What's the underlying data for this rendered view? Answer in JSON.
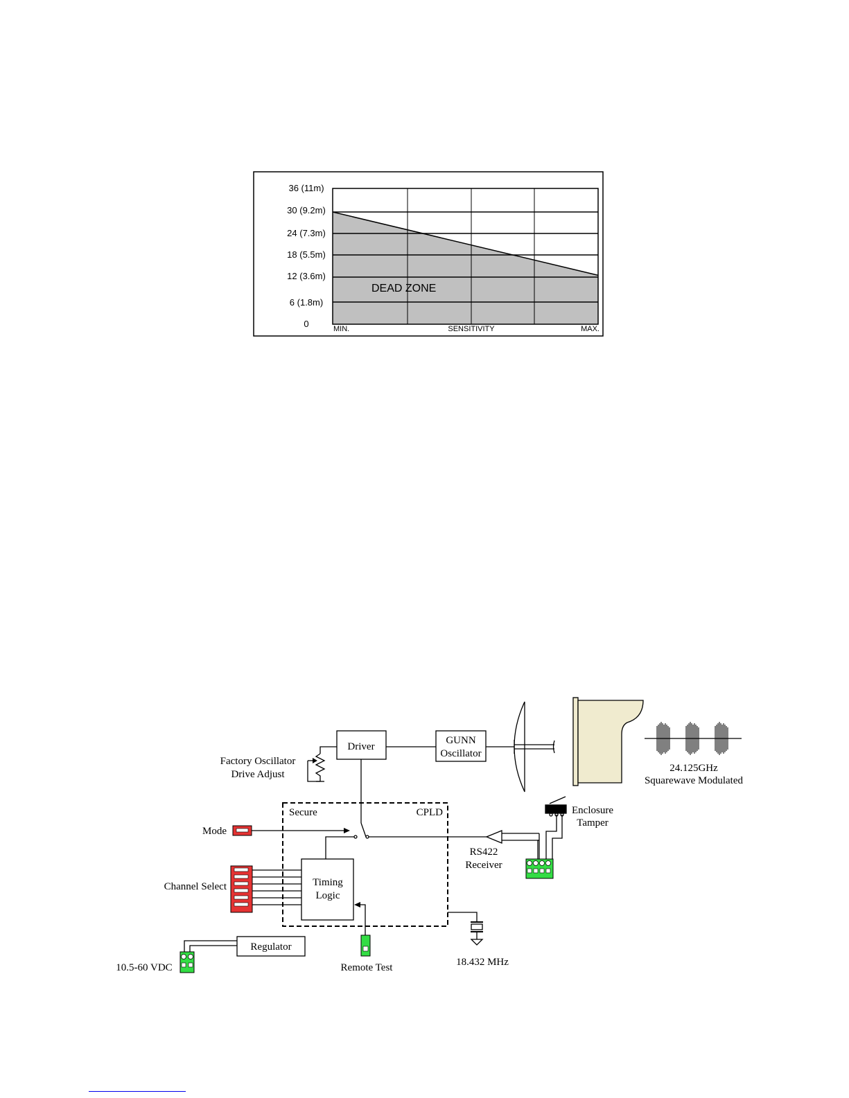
{
  "chart_data": {
    "type": "area",
    "y_tick_labels": [
      "36 (11m)",
      "30 (9.2m)",
      "24 (7.3m)",
      "18 (5.5m)",
      "12 (3.6m)",
      "6 (1.8m)",
      "0"
    ],
    "x_tick_labels": {
      "left": "MIN.",
      "center": "SENSITIVITY",
      "right": "MAX."
    },
    "ylim": [
      0,
      36
    ],
    "series": [
      {
        "x": [
          0,
          1
        ],
        "values": [
          30,
          12.5
        ]
      }
    ],
    "annotation": "DEAD ZONE",
    "grid": true
  },
  "diagram": {
    "labels": {
      "driver": "Driver",
      "gunn_line1": "GUNN",
      "gunn_line2": "Oscillator",
      "factory_line1": "Factory Oscillator",
      "factory_line2": "Drive Adjust",
      "freq_line1": "24.125GHz",
      "freq_line2": "Squarewave Modulated",
      "enclosure_line1": "Enclosure",
      "enclosure_line2": "Tamper",
      "secure": "Secure",
      "cpld": "CPLD",
      "mode": "Mode",
      "rs422_line1": "RS422",
      "rs422_line2": "Receiver",
      "channel_select": "Channel Select",
      "timing_line1": "Timing",
      "timing_line2": "Logic",
      "crystal": "18.432 MHz",
      "regulator": "Regulator",
      "remote_test": "Remote Test",
      "voltage": "10.5-60 VDC"
    },
    "colors": {
      "dip_switch": "#e53333",
      "terminal": "#33dd44",
      "horn": "#f0ebcf",
      "dead_zone": "#c0c0c0"
    }
  }
}
